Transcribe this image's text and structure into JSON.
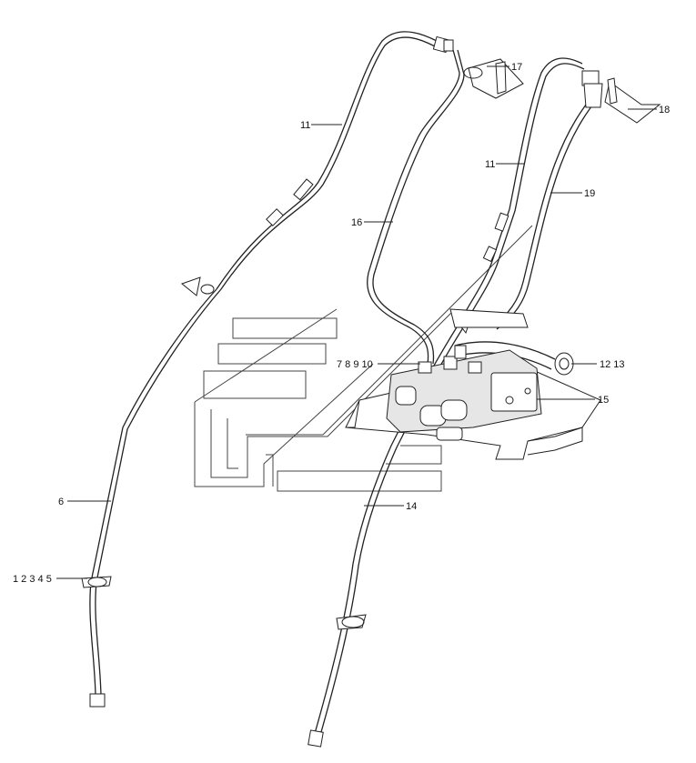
{
  "callouts": [
    {
      "id": "c11a",
      "text": "11"
    },
    {
      "id": "c17",
      "text": "17"
    },
    {
      "id": "c18",
      "text": "18"
    },
    {
      "id": "c11b",
      "text": "11"
    },
    {
      "id": "c19",
      "text": "19"
    },
    {
      "id": "c16",
      "text": "16"
    },
    {
      "id": "c78910",
      "text": "7 8 9 10"
    },
    {
      "id": "c1213",
      "text": "12 13"
    },
    {
      "id": "c15",
      "text": "15"
    },
    {
      "id": "c14",
      "text": "14"
    },
    {
      "id": "c6",
      "text": "6"
    },
    {
      "id": "c12345",
      "text": "1 2 3 4 5"
    }
  ]
}
